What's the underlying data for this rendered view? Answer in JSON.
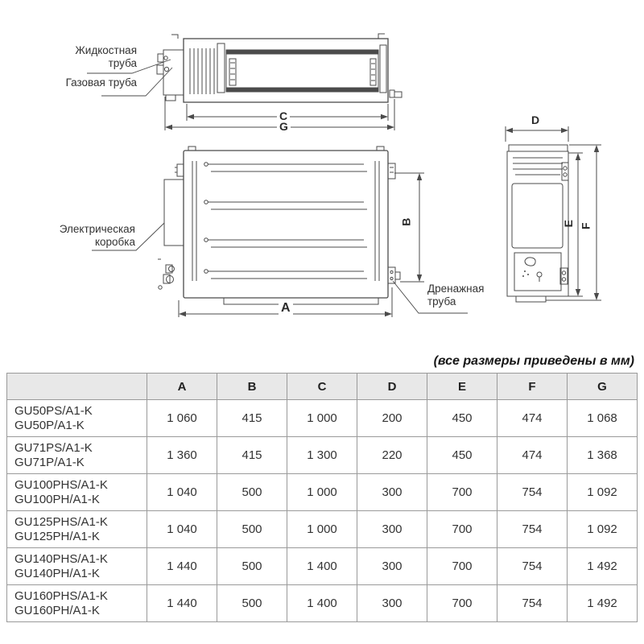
{
  "note": "(все размеры приведены в мм)",
  "diagram": {
    "labels": {
      "liquid_pipe_line1": "Жидкостная",
      "liquid_pipe_line2": "труба",
      "gas_pipe": "Газовая труба",
      "electrical_box_line1": "Электрическая",
      "electrical_box_line2": "коробка",
      "drain_pipe_line1": "Дренажная",
      "drain_pipe_line2": "труба"
    },
    "dims": {
      "a": "A",
      "b": "B",
      "c": "C",
      "d": "D",
      "e": "E",
      "f": "F",
      "g": "G"
    }
  },
  "table": {
    "header": {
      "model": "",
      "a": "A",
      "b": "B",
      "c": "C",
      "d": "D",
      "e": "E",
      "f": "F",
      "g": "G"
    },
    "rows": [
      {
        "model1": "GU50PS/A1-K",
        "model2": "GU50P/A1-K",
        "a": "1 060",
        "b": "415",
        "c": "1 000",
        "d": "200",
        "e": "450",
        "f": "474",
        "g": "1 068"
      },
      {
        "model1": "GU71PS/A1-K",
        "model2": "GU71P/A1-K",
        "a": "1 360",
        "b": "415",
        "c": "1 300",
        "d": "220",
        "e": "450",
        "f": "474",
        "g": "1 368"
      },
      {
        "model1": "GU100PHS/A1-K",
        "model2": "GU100PH/A1-K",
        "a": "1 040",
        "b": "500",
        "c": "1 000",
        "d": "300",
        "e": "700",
        "f": "754",
        "g": "1 092"
      },
      {
        "model1": "GU125PHS/A1-K",
        "model2": "GU125PH/A1-K",
        "a": "1 040",
        "b": "500",
        "c": "1 000",
        "d": "300",
        "e": "700",
        "f": "754",
        "g": "1 092"
      },
      {
        "model1": "GU140PHS/A1-K",
        "model2": "GU140PH/A1-K",
        "a": "1 440",
        "b": "500",
        "c": "1 400",
        "d": "300",
        "e": "700",
        "f": "754",
        "g": "1 492"
      },
      {
        "model1": "GU160PHS/A1-K",
        "model2": "GU160PH/A1-K",
        "a": "1 440",
        "b": "500",
        "c": "1 400",
        "d": "300",
        "e": "700",
        "f": "754",
        "g": "1 492"
      }
    ]
  }
}
